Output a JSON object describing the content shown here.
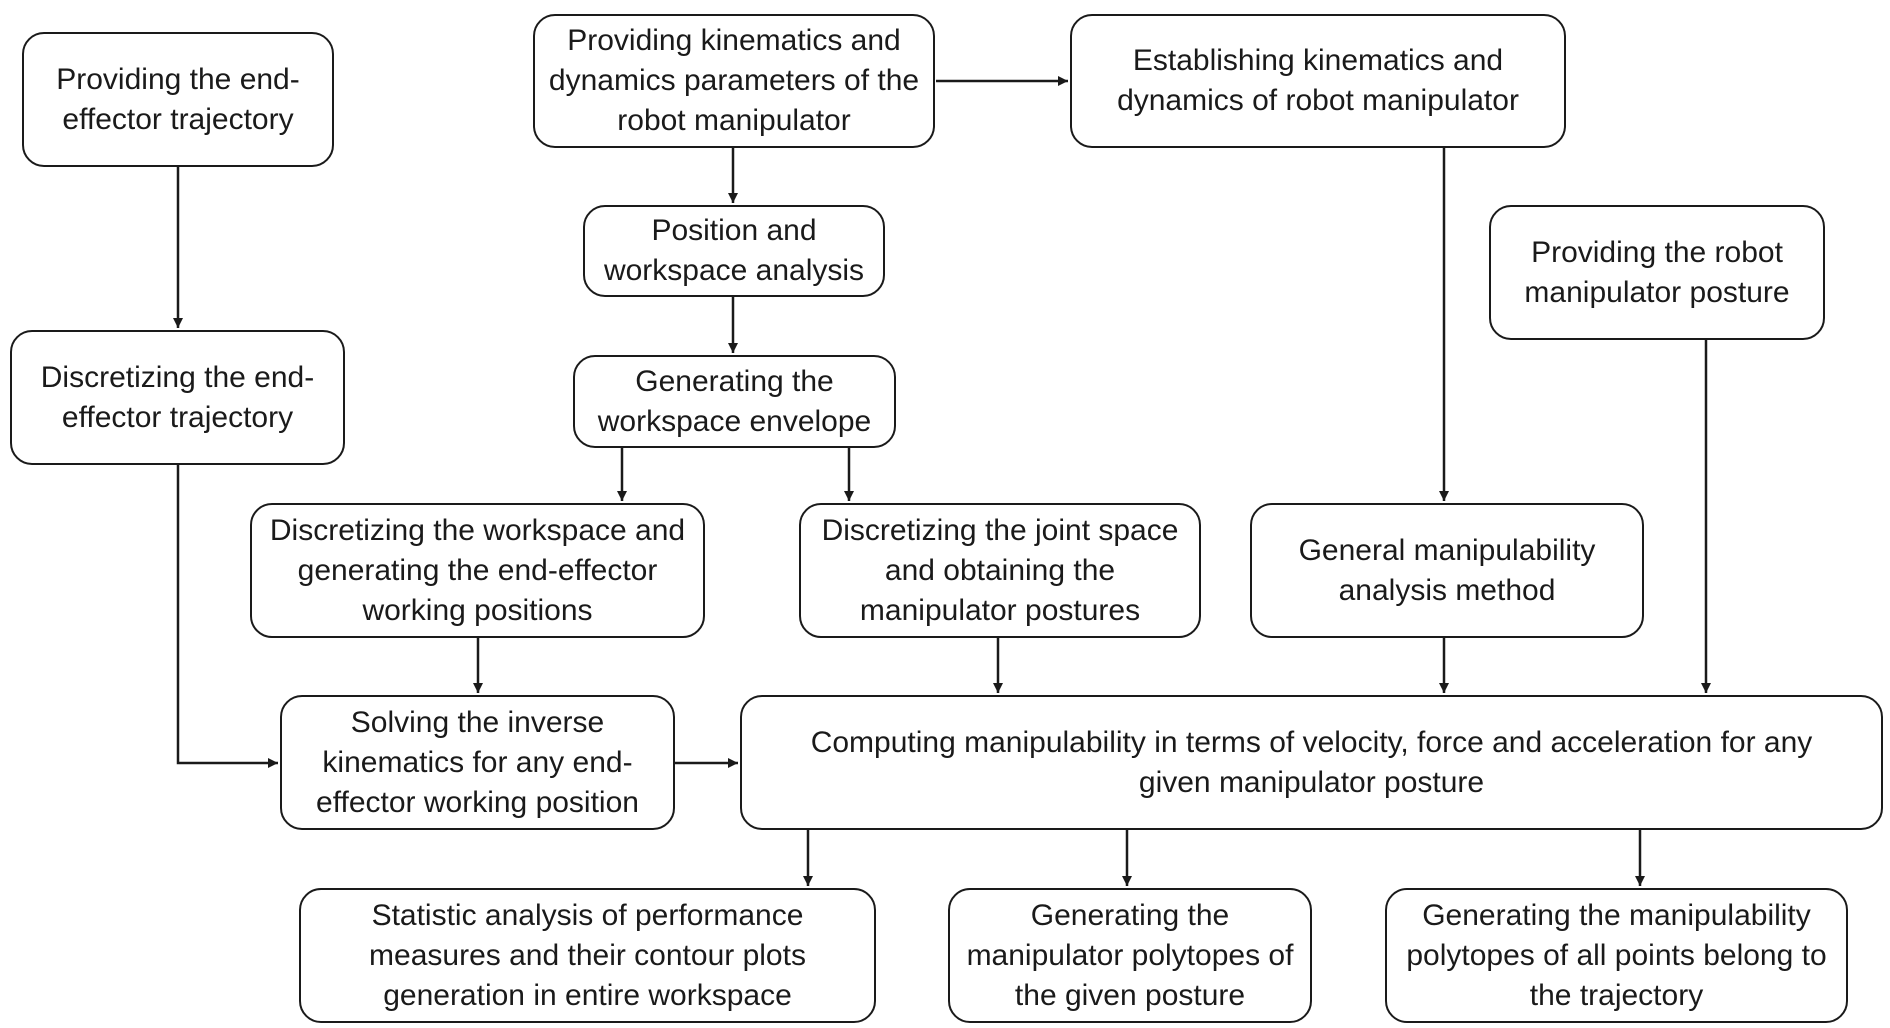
{
  "nodes": {
    "n1": "Providing the end-effector trajectory",
    "n2": "Discretizing the end-effector trajectory",
    "n3": "Providing kinematics and dynamics parameters of the robot manipulator",
    "n4": "Position and workspace analysis",
    "n5": "Generating the workspace envelope",
    "n6": "Discretizing the workspace and generating the end-effector working positions",
    "n7": "Discretizing the joint space and obtaining the manipulator postures",
    "n8": "Establishing kinematics and dynamics of robot manipulator",
    "n9": "Providing the robot manipulator posture",
    "n10": "General manipulability analysis method",
    "n11": "Solving the inverse kinematics for any end-effector working position",
    "n12": "Computing manipulability in terms of velocity, force and acceleration for any given manipulator posture",
    "n13": "Statistic analysis of performance measures and their contour plots generation in entire workspace",
    "n14": "Generating the manipulator polytopes of the given posture",
    "n15": "Generating the manipulability polytopes  of all points belong to the trajectory"
  },
  "colors": {
    "stroke": "#1a1a1a",
    "background": "#ffffff",
    "text": "#1a1a1a"
  }
}
